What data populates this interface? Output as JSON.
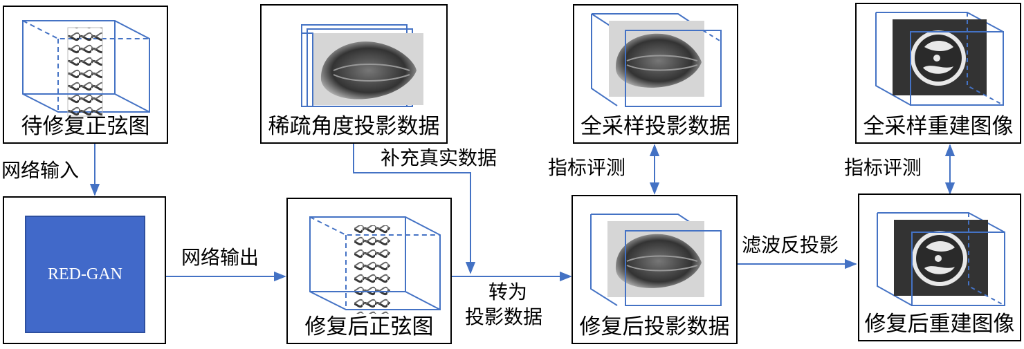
{
  "colors": {
    "accent": "#4169c9",
    "line": "#4472c4",
    "frame": "#000000"
  },
  "panels": {
    "p1": "待修复正弦图",
    "p2": "稀疏角度投影数据",
    "p3": "全采样投影数据",
    "p4": "全采样重建图像",
    "p5": "RED-GAN",
    "p6": "修复后正弦图",
    "p7": "修复后投影数据",
    "p8": "修复后重建图像"
  },
  "edges": {
    "net_in": "网络输入",
    "net_out": "网络输出",
    "supplement": "补充真实数据",
    "convert_1": "转为",
    "convert_2": "投影数据",
    "fbp": "滤波反投影",
    "eval_1": "指标评测",
    "eval_2": "指标评测"
  }
}
